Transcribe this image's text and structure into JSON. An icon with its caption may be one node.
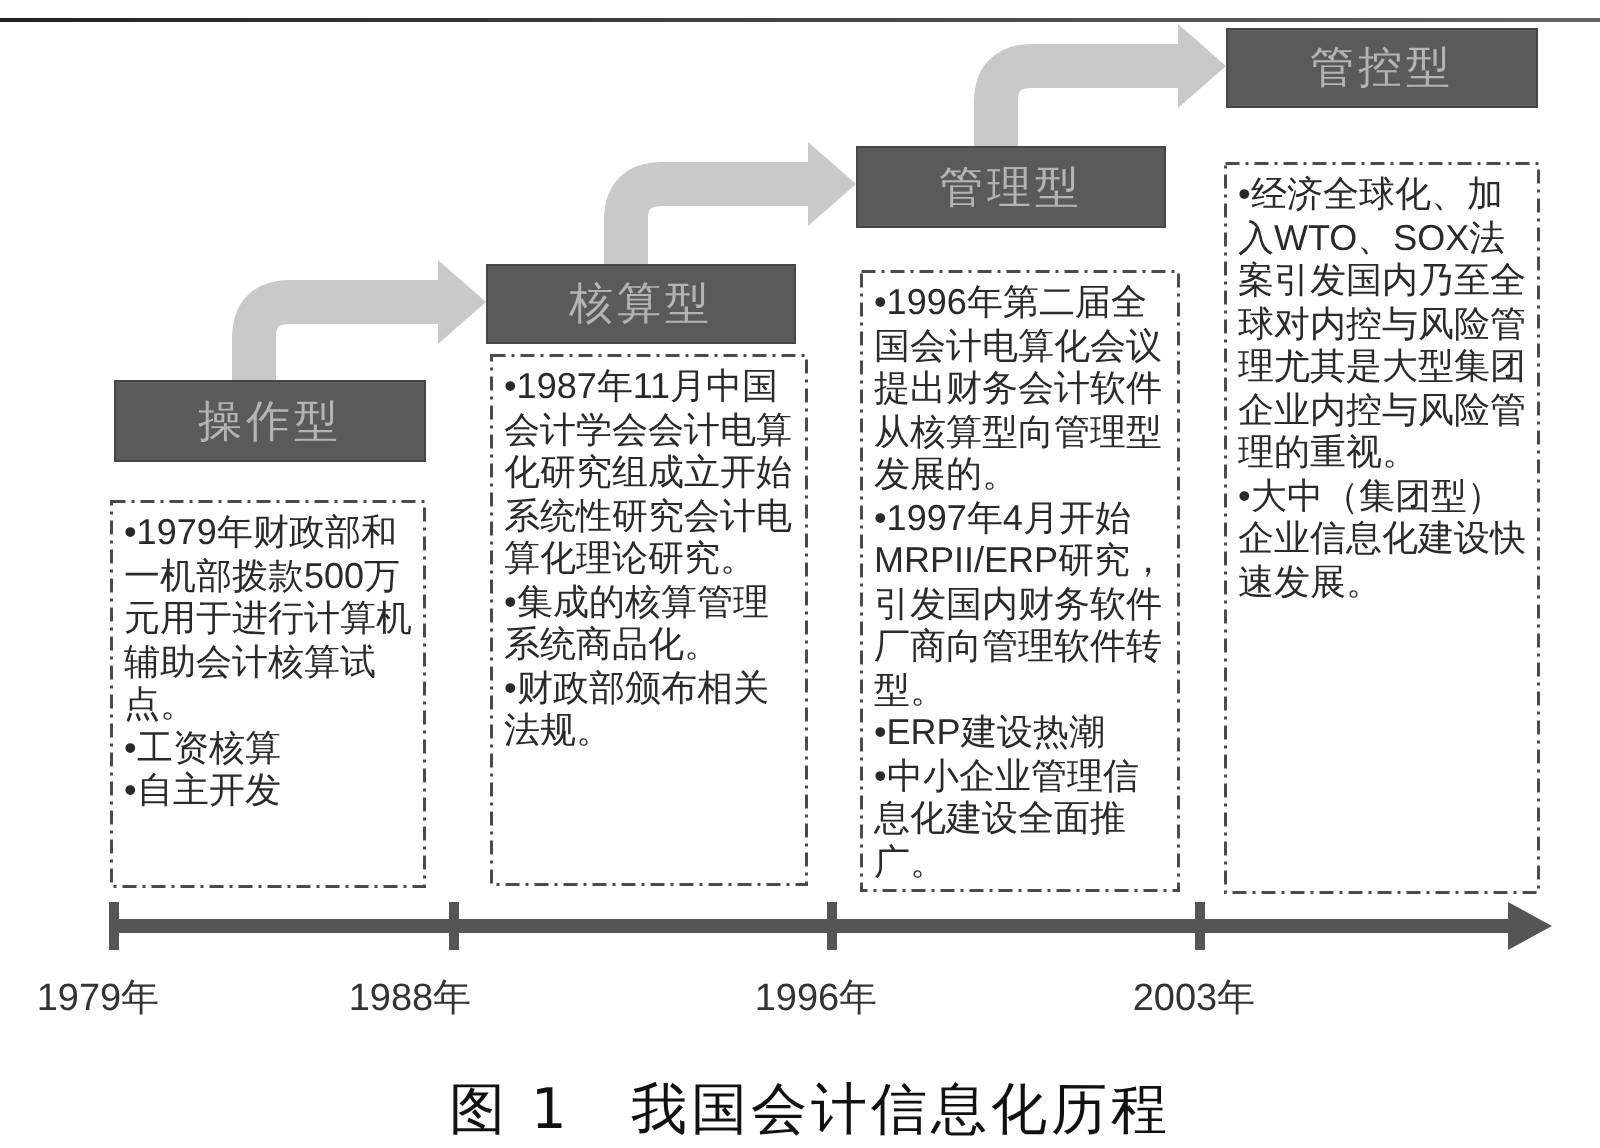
{
  "diagram": {
    "caption": "图 1　我国会计信息化历程",
    "nodes": [
      {
        "text": [
          "操作型"
        ]
      },
      {
        "text": [
          "•1979年财政部和一机部拨款500万元用于进行计算机辅助会计核算试点。",
          "•工资核算",
          "•自主开发"
        ]
      },
      {
        "text": [
          "核算型"
        ]
      },
      {
        "text": [
          "•1987年11月中国会计学会会计电算化研究组成立开始系统性研究会计电算化理论研究。",
          "•集成的核算管理系统商品化。",
          "•财政部颁布相关法规。"
        ]
      },
      {
        "text": [
          "管理型"
        ]
      },
      {
        "text": [
          "•1996年第二届全国会计电算化会议提出财务会计软件从核算型向管理型发展的。",
          "•1997年4月开始MRPII/ERP研究，引发国内财务软件厂商向管理软件转型。",
          "•ERP建设热潮",
          "•中小企业管理信息化建设全面推广。"
        ]
      },
      {
        "text": [
          "管控型"
        ]
      },
      {
        "text": [
          "•经济全球化、加入WTO、SOX法案引发国内乃至全球对内控与风险管理尤其是大型集团企业内控与风险管理的重视。",
          "•大中（集团型）企业信息化建设快速发展。"
        ]
      }
    ],
    "edges": [
      {
        "from": 0,
        "to": 2,
        "arrow": "to"
      },
      {
        "from": 2,
        "to": 4,
        "arrow": "to"
      },
      {
        "from": 4,
        "to": 6,
        "arrow": "to"
      }
    ],
    "labels": [
      "1979年",
      "1988年",
      "1996年",
      "2003年"
    ]
  }
}
